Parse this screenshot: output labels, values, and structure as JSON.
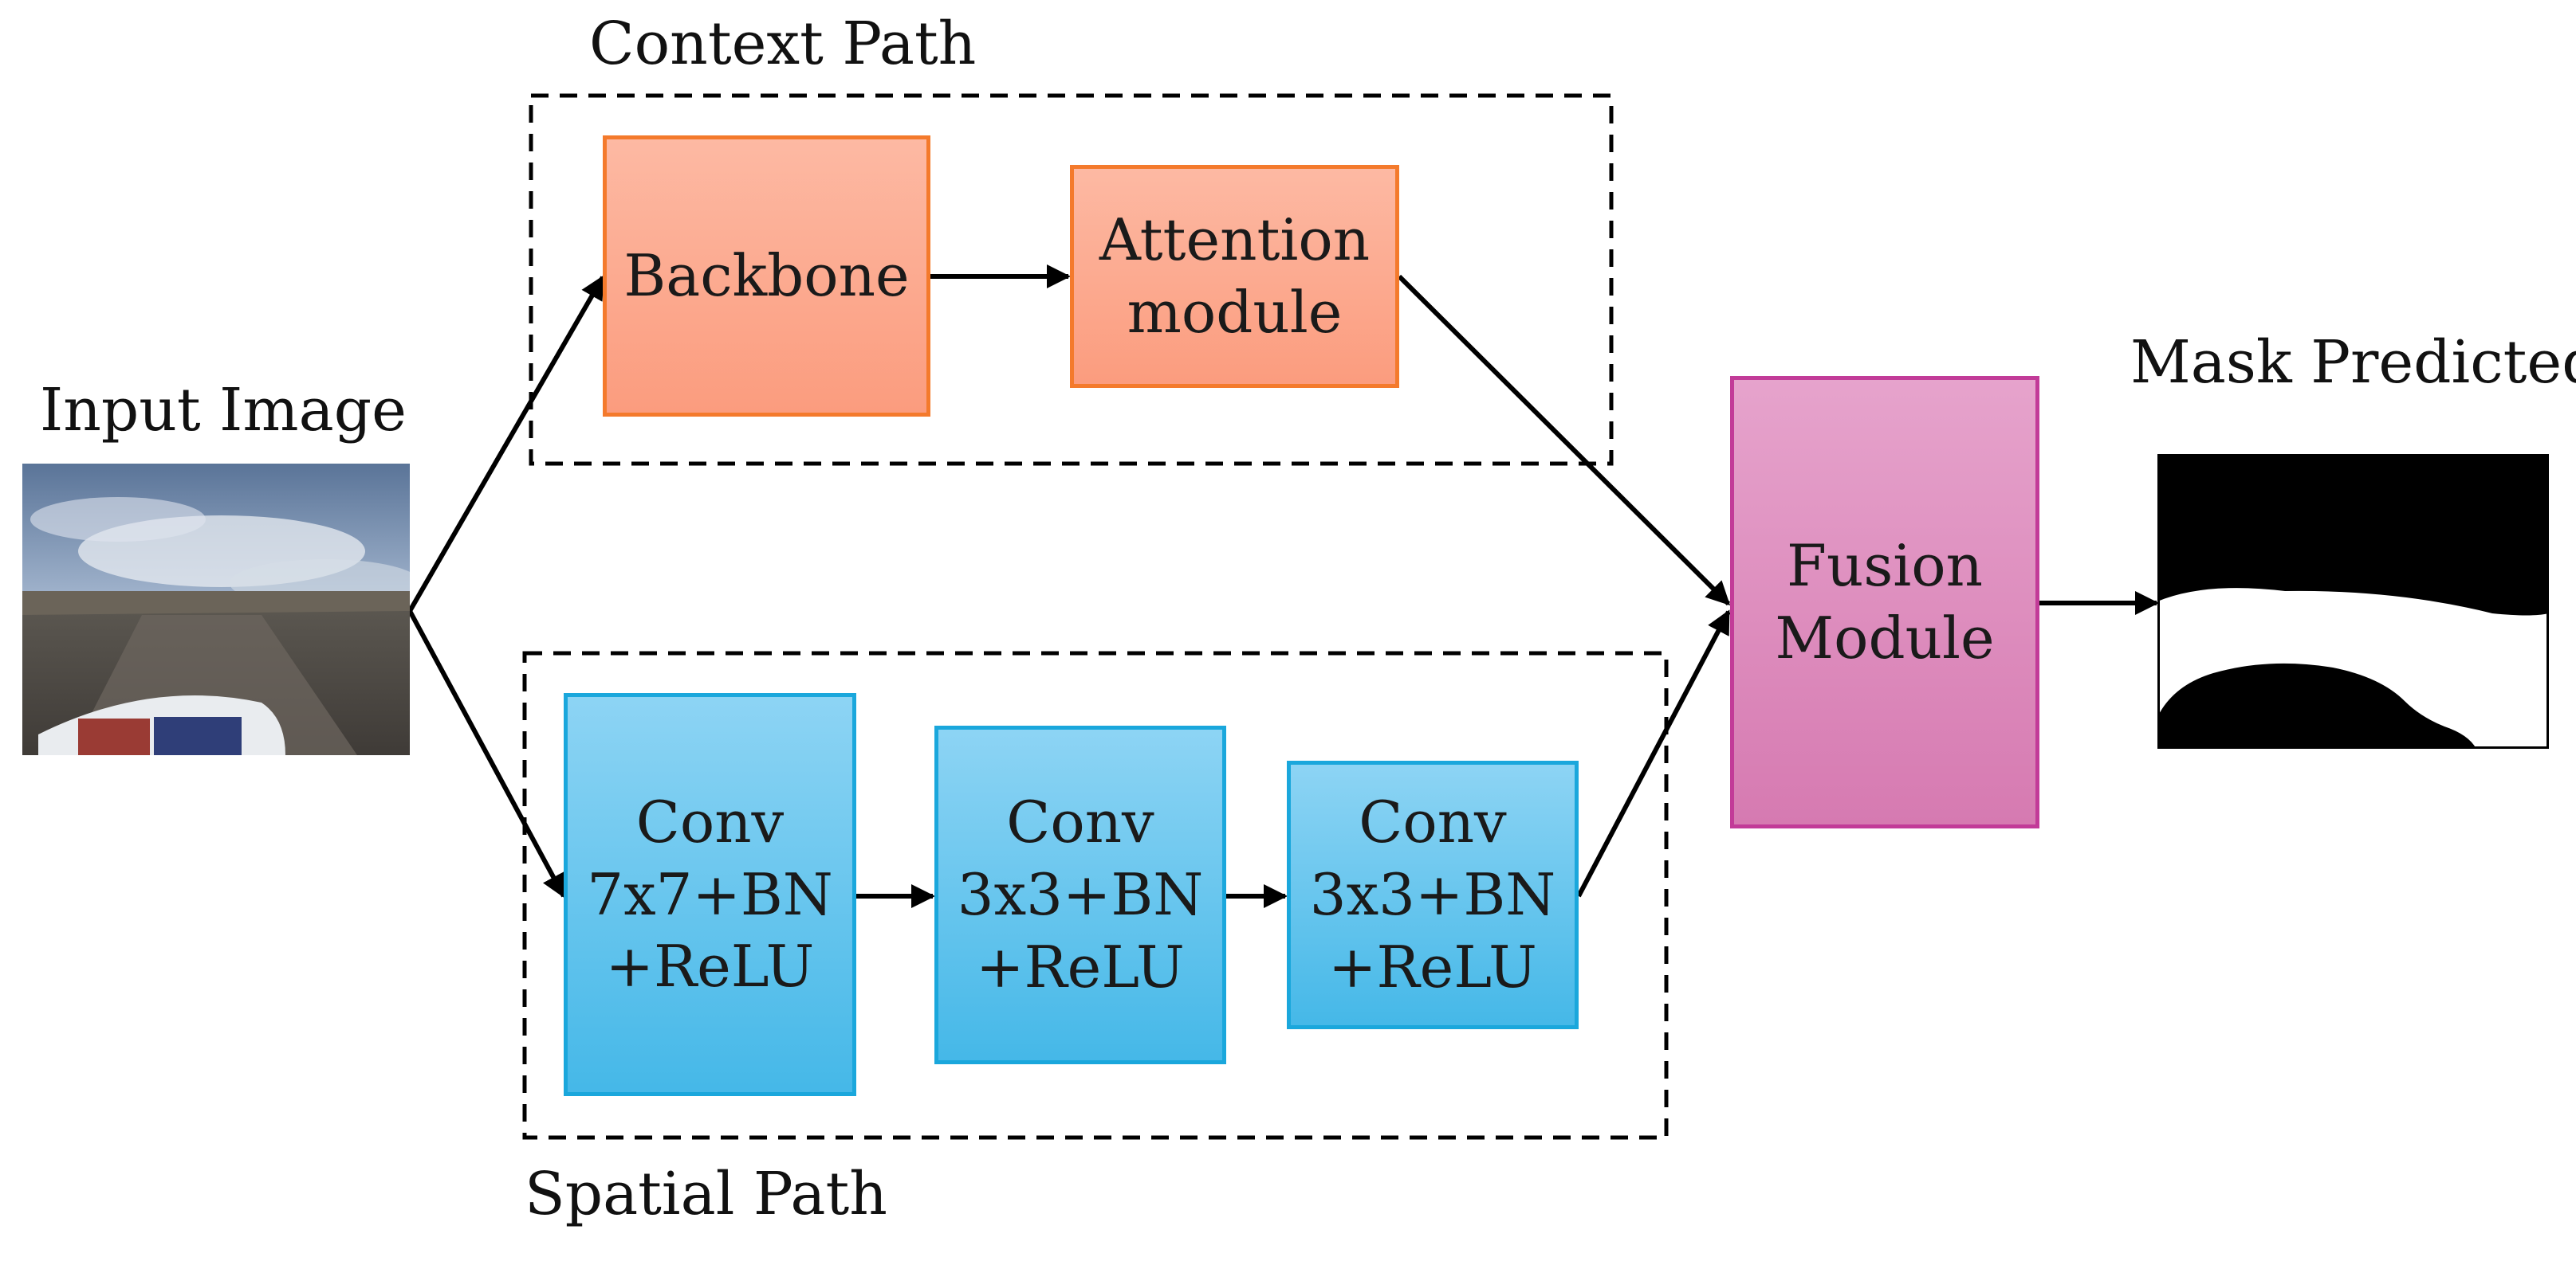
{
  "labels": {
    "context_path": "Context Path",
    "spatial_path": "Spatial Path",
    "input_image": "Input Image",
    "mask_predicted": "Mask Predicted"
  },
  "context_path": {
    "backbone": "Backbone",
    "attention": [
      "Attention",
      "module"
    ]
  },
  "spatial_path": {
    "conv1": [
      "Conv",
      "7x7+BN",
      "+ReLU"
    ],
    "conv2": [
      "Conv",
      "3x3+BN",
      "+ReLU"
    ],
    "conv3": [
      "Conv",
      "3x3+BN",
      "+ReLU"
    ]
  },
  "fusion": [
    "Fusion",
    "Module"
  ],
  "colors": {
    "context_box": "#fca88c",
    "spatial_box": "#5ec4ee",
    "fusion_box": "#de8fc0",
    "arrow": "#000000"
  }
}
